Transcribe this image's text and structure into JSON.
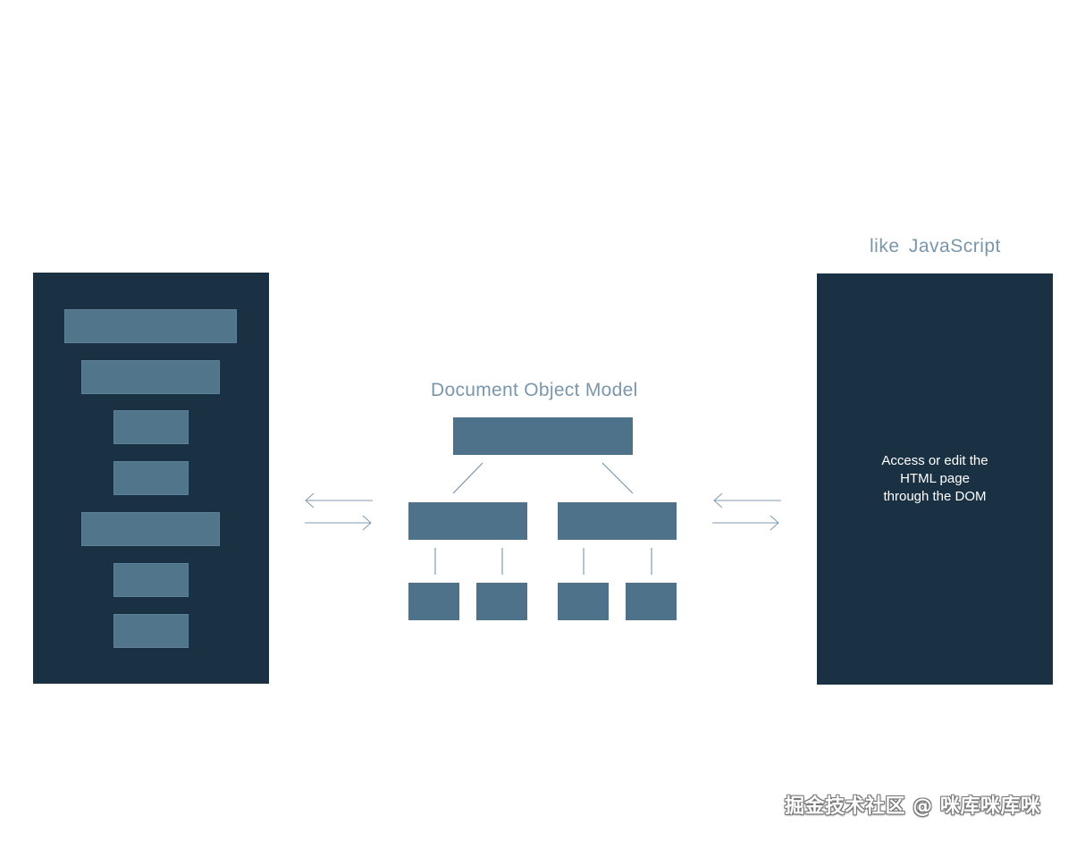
{
  "colors": {
    "panel": "#1a3143",
    "bar": "#51758b",
    "node": "#4f728b",
    "label": "#7a96ab",
    "line": "#6a8aa0"
  },
  "dom": {
    "title": "Document Object Model"
  },
  "js": {
    "title": "like  JavaScript",
    "description_lines": [
      "Access or edit the",
      "HTML page",
      "through the DOM"
    ]
  },
  "watermark": {
    "text": "掘金技术社区 @ 咪库咪库咪"
  }
}
